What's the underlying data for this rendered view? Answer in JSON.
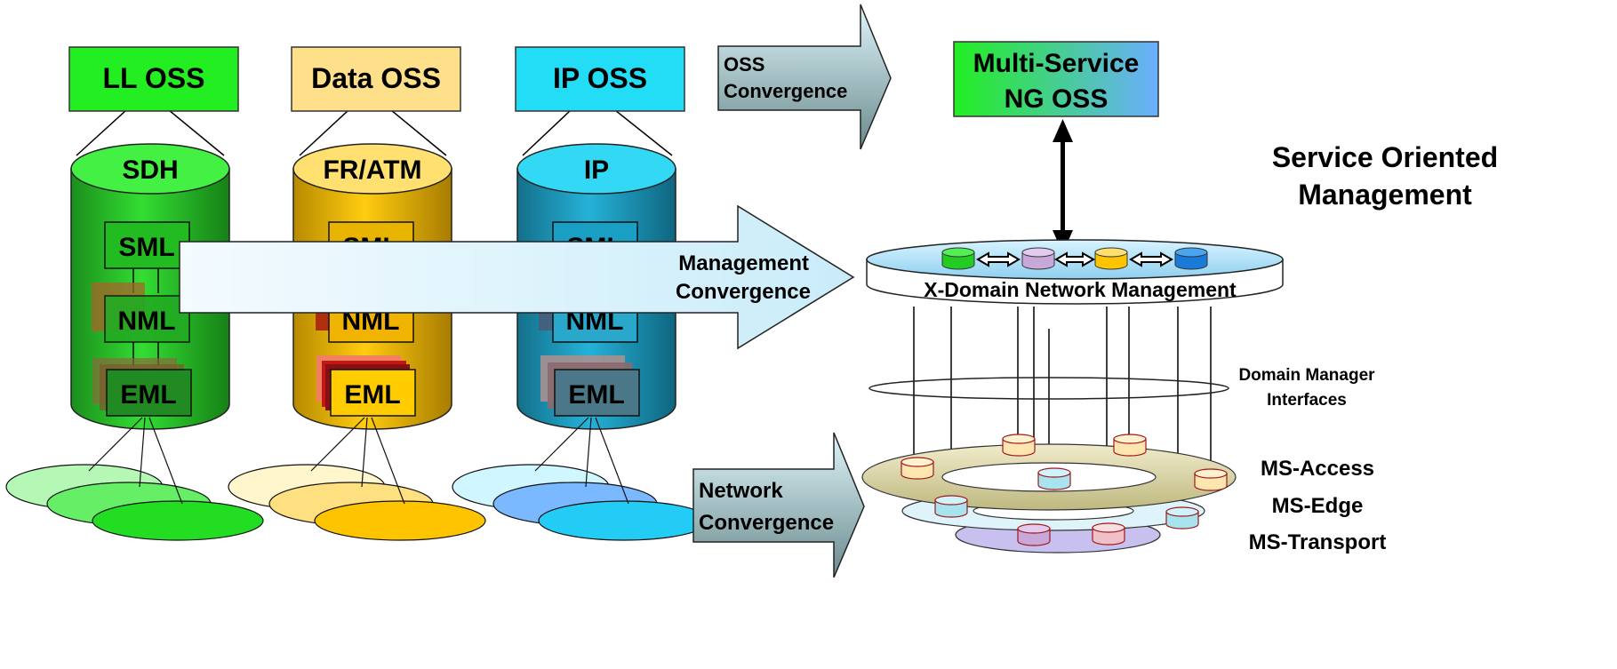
{
  "oss": {
    "ll": "LL OSS",
    "data": "Data OSS",
    "ip": "IP OSS",
    "multi_line1": "Multi-Service",
    "multi_line2": "NG OSS"
  },
  "domains": {
    "sdh": "SDH",
    "fratm": "FR/ATM",
    "ip": "IP"
  },
  "layers": {
    "sml": "SML",
    "nml": "NML",
    "eml": "EML"
  },
  "arrows": {
    "oss_line1": "OSS",
    "oss_line2": "Convergence",
    "mgmt_line1": "Management",
    "mgmt_line2": "Convergence",
    "net_line1": "Network",
    "net_line2": "Convergence"
  },
  "right": {
    "soa_line1": "Service Oriented",
    "soa_line2": "Management",
    "xdomain": "X-Domain Network Management",
    "dm_line1": "Domain Manager",
    "dm_line2": "Interfaces",
    "ms_access": "MS-Access",
    "ms_edge": "MS-Edge",
    "ms_transport": "MS-Transport"
  },
  "colors": {
    "sdh": "#22bb22",
    "fratm": "#e8b400",
    "ip": "#1a9fc4",
    "ll_oss": "#22ee22",
    "data_oss": "#ffe08a",
    "ip_oss": "#22ddf5"
  }
}
